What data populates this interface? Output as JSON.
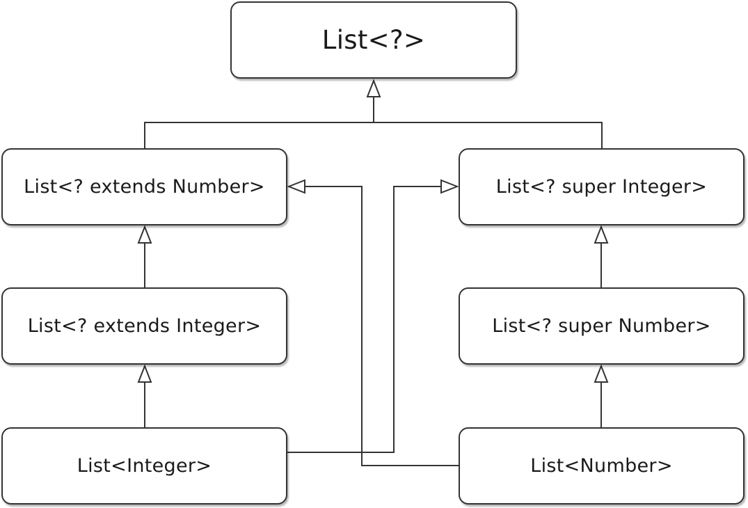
{
  "diagram": {
    "nodes": {
      "root": "List<?>",
      "extends_number": "List<? extends Number>",
      "super_integer": "List<? super Integer>",
      "extends_integer": "List<? extends Integer>",
      "super_number": "List<? super Number>",
      "integer": "List<Integer>",
      "number": "List<Number>"
    },
    "edges": [
      {
        "from": "extends_number",
        "to": "root",
        "kind": "inheritance"
      },
      {
        "from": "super_integer",
        "to": "root",
        "kind": "inheritance"
      },
      {
        "from": "extends_integer",
        "to": "extends_number",
        "kind": "inheritance"
      },
      {
        "from": "integer",
        "to": "extends_integer",
        "kind": "inheritance"
      },
      {
        "from": "super_number",
        "to": "super_integer",
        "kind": "inheritance"
      },
      {
        "from": "number",
        "to": "super_number",
        "kind": "inheritance"
      },
      {
        "from": "integer",
        "to": "super_integer",
        "kind": "inheritance"
      },
      {
        "from": "number",
        "to": "extends_number",
        "kind": "inheritance"
      }
    ],
    "line_color": "#333333"
  }
}
